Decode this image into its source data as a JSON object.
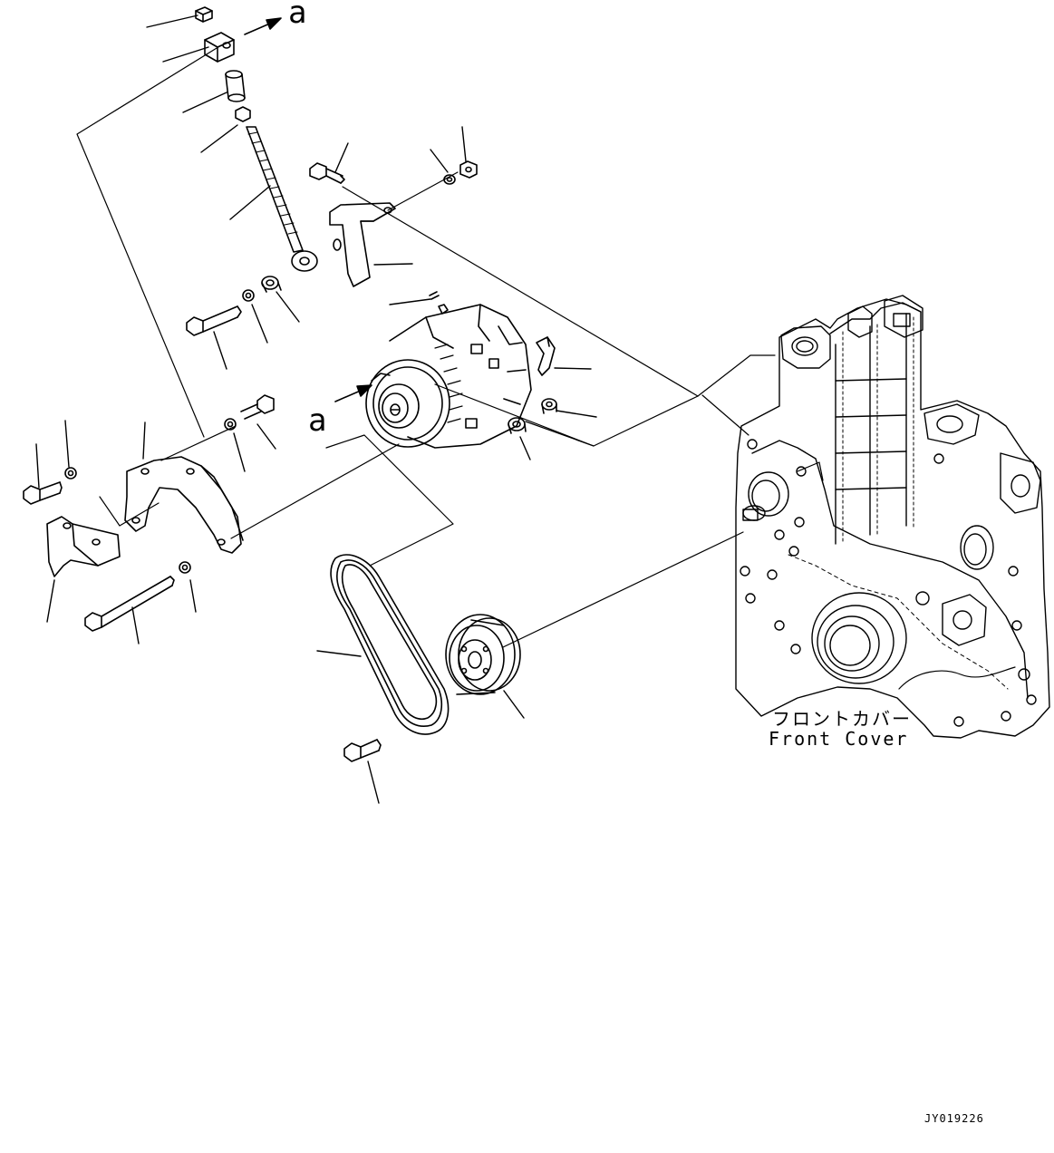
{
  "diagram": {
    "reference_marks": {
      "top": "a",
      "middle": "a"
    },
    "front_cover_label": {
      "japanese": "フロントカバー",
      "english": "Front Cover"
    },
    "drawing_code": "JY019226"
  }
}
